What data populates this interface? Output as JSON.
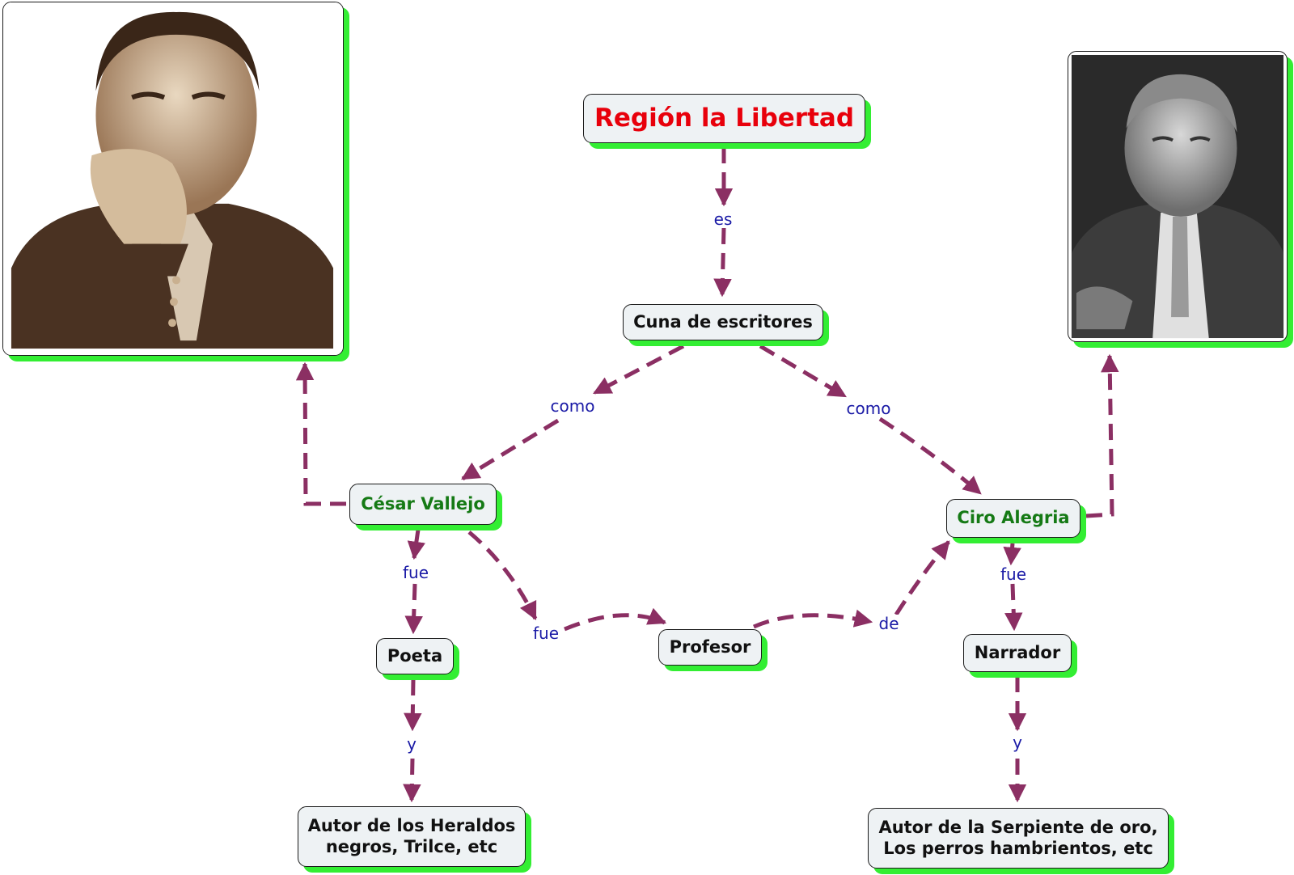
{
  "nodes": {
    "region": "Región la Libertad",
    "cuna": "Cuna de escritores",
    "vallejo": "César Vallejo",
    "alegria": "Ciro Alegria",
    "poeta": "Poeta",
    "profesor": "Profesor",
    "narrador": "Narrador",
    "autor_vallejo": "Autor de los Heraldos\nnegros, Trilce, etc",
    "autor_alegria": "Autor de la Serpiente de oro,\nLos perros hambrientos, etc"
  },
  "links": {
    "es": "es",
    "como_left": "como",
    "como_right": "como",
    "fue_poeta": "fue",
    "fue_profesor": "fue",
    "de": "de",
    "fue_narrador": "fue",
    "y_left": "y",
    "y_right": "y"
  },
  "colors": {
    "edge": "#8b2f63",
    "link_text": "#1a1aa6",
    "title_text": "#e8000b",
    "person_text": "#157a15",
    "node_shadow": "#33ee33",
    "node_fill": "#eef2f4"
  },
  "images": {
    "left_photo": "portrait-sepia-man-hand-on-chin",
    "right_photo": "portrait-bw-man-suit-arms-crossed"
  }
}
